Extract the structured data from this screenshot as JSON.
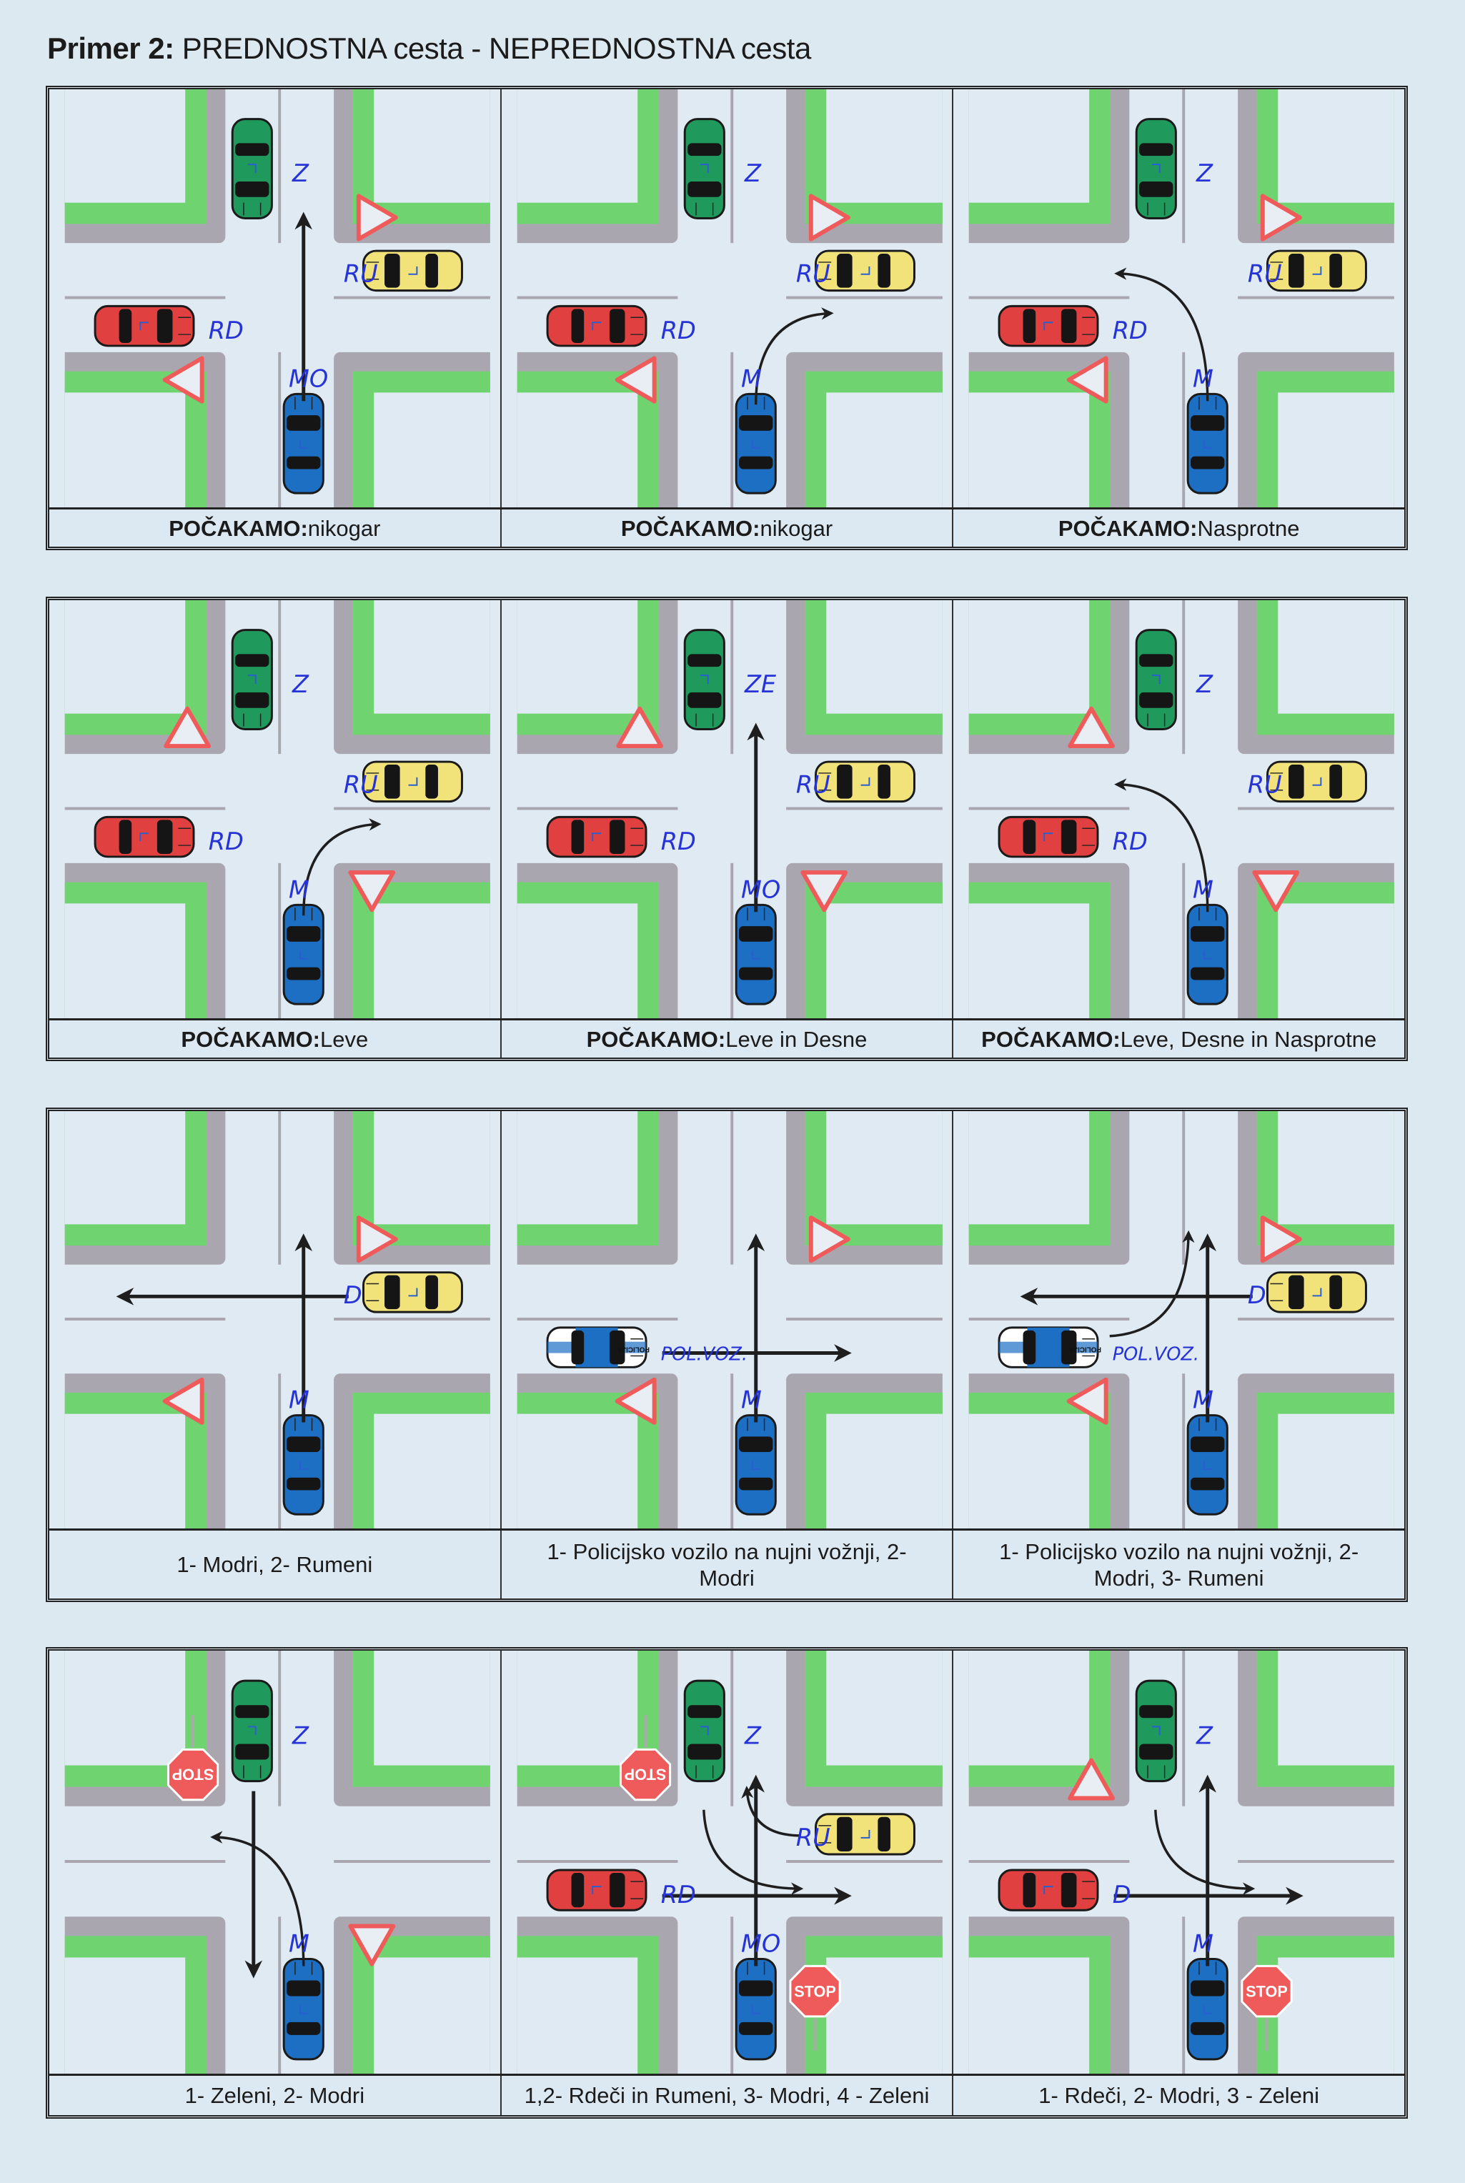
{
  "title": {
    "prefix": "Primer 2:",
    "text": "PREDNOSTNA cesta - NEPREDNOSTNA cesta"
  },
  "colors": {
    "green_car": "#1f9a5c",
    "blue_car": "#1d6fc4",
    "yellow_car": "#f2e27a",
    "red_car": "#e0403f",
    "police": "#ffffff",
    "road_gray": "#aaa6b0",
    "grass": "#6fd46f",
    "sign_red": "#ef5a5a",
    "ink": "#2633d6",
    "arrow": "#1e1e1e"
  },
  "police_text": "POLICIJA",
  "stop_text": "STOP",
  "rows": [
    {
      "panels": [
        {
          "signs": [
            {
              "type": "yield",
              "for": "east"
            },
            {
              "type": "yield",
              "for": "west"
            }
          ],
          "cars": [
            {
              "color": "green_car",
              "approach": "north",
              "label": "Z"
            },
            {
              "color": "yellow_car",
              "approach": "east",
              "label": "RU"
            },
            {
              "color": "red_car",
              "approach": "west",
              "label": "RD"
            },
            {
              "color": "blue_car",
              "approach": "south",
              "label": "MO"
            }
          ],
          "moves": [
            {
              "approach": "south",
              "turn": "straight"
            }
          ],
          "caption": "POČAKAMO: nikogar"
        },
        {
          "signs": [
            {
              "type": "yield",
              "for": "east"
            },
            {
              "type": "yield",
              "for": "west"
            }
          ],
          "cars": [
            {
              "color": "green_car",
              "approach": "north",
              "label": "Z"
            },
            {
              "color": "yellow_car",
              "approach": "east",
              "label": "RU"
            },
            {
              "color": "red_car",
              "approach": "west",
              "label": "RD"
            },
            {
              "color": "blue_car",
              "approach": "south",
              "label": "M"
            }
          ],
          "moves": [
            {
              "approach": "south",
              "turn": "right"
            }
          ],
          "caption": "POČAKAMO: nikogar"
        },
        {
          "signs": [
            {
              "type": "yield",
              "for": "east"
            },
            {
              "type": "yield",
              "for": "west"
            }
          ],
          "cars": [
            {
              "color": "green_car",
              "approach": "north",
              "label": "Z"
            },
            {
              "color": "yellow_car",
              "approach": "east",
              "label": "RU"
            },
            {
              "color": "red_car",
              "approach": "west",
              "label": "RD"
            },
            {
              "color": "blue_car",
              "approach": "south",
              "label": "M"
            }
          ],
          "moves": [
            {
              "approach": "south",
              "turn": "left"
            }
          ],
          "caption": "POČAKAMO: Nasprotne"
        }
      ]
    },
    {
      "panels": [
        {
          "signs": [
            {
              "type": "yield",
              "for": "north"
            },
            {
              "type": "yield",
              "for": "south"
            }
          ],
          "cars": [
            {
              "color": "green_car",
              "approach": "north",
              "label": "Z"
            },
            {
              "color": "yellow_car",
              "approach": "east",
              "label": "RU"
            },
            {
              "color": "red_car",
              "approach": "west",
              "label": "RD"
            },
            {
              "color": "blue_car",
              "approach": "south",
              "label": "M"
            }
          ],
          "moves": [
            {
              "approach": "south",
              "turn": "right"
            }
          ],
          "caption": "POČAKAMO: Leve"
        },
        {
          "signs": [
            {
              "type": "yield",
              "for": "north"
            },
            {
              "type": "yield",
              "for": "south"
            }
          ],
          "cars": [
            {
              "color": "green_car",
              "approach": "north",
              "label": "ZE"
            },
            {
              "color": "yellow_car",
              "approach": "east",
              "label": "RU"
            },
            {
              "color": "red_car",
              "approach": "west",
              "label": "RD"
            },
            {
              "color": "blue_car",
              "approach": "south",
              "label": "MO"
            }
          ],
          "moves": [
            {
              "approach": "south",
              "turn": "straight"
            }
          ],
          "caption": "POČAKAMO: Leve in Desne"
        },
        {
          "signs": [
            {
              "type": "yield",
              "for": "north"
            },
            {
              "type": "yield",
              "for": "south"
            }
          ],
          "cars": [
            {
              "color": "green_car",
              "approach": "north",
              "label": "Z"
            },
            {
              "color": "yellow_car",
              "approach": "east",
              "label": "RU"
            },
            {
              "color": "red_car",
              "approach": "west",
              "label": "RD"
            },
            {
              "color": "blue_car",
              "approach": "south",
              "label": "M"
            }
          ],
          "moves": [
            {
              "approach": "south",
              "turn": "left"
            }
          ],
          "caption": "POČAKAMO: Leve, Desne in Nasprotne"
        }
      ]
    },
    {
      "panels": [
        {
          "signs": [
            {
              "type": "yield",
              "for": "east"
            },
            {
              "type": "yield",
              "for": "west"
            }
          ],
          "cars": [
            {
              "color": "yellow_car",
              "approach": "east",
              "label": "D"
            },
            {
              "color": "blue_car",
              "approach": "south",
              "label": "M"
            }
          ],
          "moves": [
            {
              "approach": "east",
              "turn": "straight"
            },
            {
              "approach": "south",
              "turn": "straight"
            }
          ],
          "caption": "1- Modri, 2- Rumeni"
        },
        {
          "signs": [
            {
              "type": "yield",
              "for": "east"
            },
            {
              "type": "yield",
              "for": "west"
            }
          ],
          "cars": [
            {
              "color": "police",
              "approach": "west",
              "label": "POL.VOZ."
            },
            {
              "color": "blue_car",
              "approach": "south",
              "label": "M"
            }
          ],
          "moves": [
            {
              "approach": "west",
              "turn": "straight"
            },
            {
              "approach": "south",
              "turn": "straight"
            }
          ],
          "caption": "1- Policijsko vozilo na nujni vožnji, 2- Modri"
        },
        {
          "signs": [
            {
              "type": "yield",
              "for": "east"
            },
            {
              "type": "yield",
              "for": "west"
            }
          ],
          "cars": [
            {
              "color": "police",
              "approach": "west",
              "label": "POL.VOZ."
            },
            {
              "color": "yellow_car",
              "approach": "east",
              "label": "D"
            },
            {
              "color": "blue_car",
              "approach": "south",
              "label": "M"
            }
          ],
          "moves": [
            {
              "approach": "east",
              "turn": "straight"
            },
            {
              "approach": "south",
              "turn": "straight"
            },
            {
              "approach": "west",
              "turn": "left"
            }
          ],
          "caption": "1- Policijsko vozilo na nujni vožnji, 2- Modri, 3- Rumeni"
        }
      ]
    },
    {
      "panels": [
        {
          "signs": [
            {
              "type": "stop",
              "for": "north"
            },
            {
              "type": "yield",
              "for": "south"
            }
          ],
          "cars": [
            {
              "color": "green_car",
              "approach": "north",
              "label": "Z"
            },
            {
              "color": "blue_car",
              "approach": "south",
              "label": "M"
            }
          ],
          "moves": [
            {
              "approach": "north",
              "turn": "straight"
            },
            {
              "approach": "south",
              "turn": "left"
            }
          ],
          "caption": "1- Zeleni, 2- Modri"
        },
        {
          "signs": [
            {
              "type": "stop",
              "for": "north"
            },
            {
              "type": "stop",
              "for": "south"
            }
          ],
          "cars": [
            {
              "color": "green_car",
              "approach": "north",
              "label": "Z"
            },
            {
              "color": "yellow_car",
              "approach": "east",
              "label": "RU"
            },
            {
              "color": "red_car",
              "approach": "west",
              "label": "RD"
            },
            {
              "color": "blue_car",
              "approach": "south",
              "label": "MO"
            }
          ],
          "moves": [
            {
              "approach": "west",
              "turn": "straight"
            },
            {
              "approach": "south",
              "turn": "straight"
            },
            {
              "approach": "north",
              "turn": "left"
            },
            {
              "approach": "east",
              "turn": "right"
            }
          ],
          "caption": "1,2- Rdeči in Rumeni, 3- Modri, 4 - Zeleni"
        },
        {
          "signs": [
            {
              "type": "yield",
              "for": "north"
            },
            {
              "type": "stop",
              "for": "south"
            }
          ],
          "cars": [
            {
              "color": "green_car",
              "approach": "north",
              "label": "Z"
            },
            {
              "color": "red_car",
              "approach": "west",
              "label": "D"
            },
            {
              "color": "blue_car",
              "approach": "south",
              "label": "M"
            }
          ],
          "moves": [
            {
              "approach": "west",
              "turn": "straight"
            },
            {
              "approach": "south",
              "turn": "straight"
            },
            {
              "approach": "north",
              "turn": "left"
            }
          ],
          "caption": "1- Rdeči, 2- Modri, 3 - Zeleni"
        }
      ]
    }
  ]
}
